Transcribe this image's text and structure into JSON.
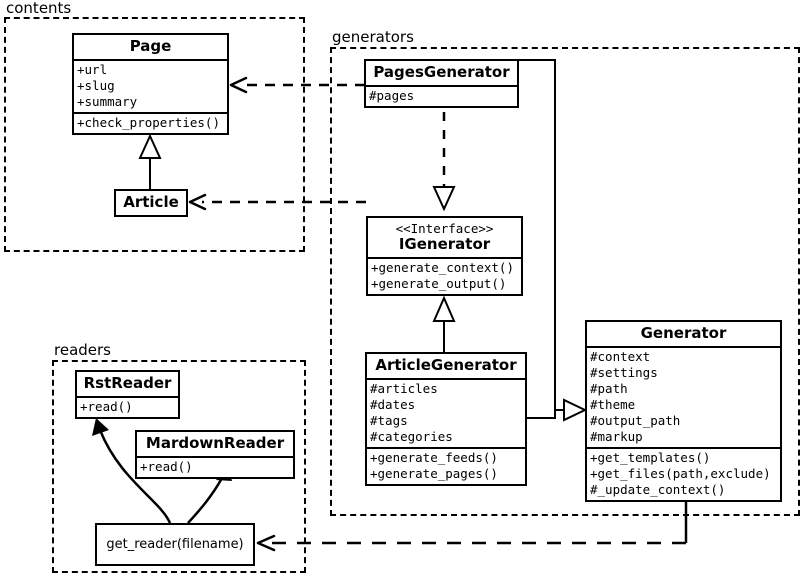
{
  "diagram": {
    "type": "uml-class-diagram",
    "packages": [
      {
        "name": "contents",
        "label": "contents"
      },
      {
        "name": "generators",
        "label": "generators"
      },
      {
        "name": "readers",
        "label": "readers"
      }
    ],
    "classes": [
      {
        "name": "page",
        "title": "Page",
        "stereotype": "",
        "attributes": [
          "+url",
          "+slug",
          "+summary"
        ],
        "methods": [
          "+check_properties()"
        ]
      },
      {
        "name": "article",
        "title": "Article",
        "stereotype": "",
        "attributes": [],
        "methods": []
      },
      {
        "name": "pages-generator",
        "title": "PagesGenerator",
        "stereotype": "",
        "attributes": [
          "#pages"
        ],
        "methods": []
      },
      {
        "name": "igenerator",
        "title": "IGenerator",
        "stereotype": "<<Interface>>",
        "attributes": [],
        "methods": [
          "+generate_context()",
          "+generate_output()"
        ]
      },
      {
        "name": "article-generator",
        "title": "ArticleGenerator",
        "stereotype": "",
        "attributes": [
          "#articles",
          "#dates",
          "#tags",
          "#categories"
        ],
        "methods": [
          "+generate_feeds()",
          "+generate_pages()"
        ]
      },
      {
        "name": "generator",
        "title": "Generator",
        "stereotype": "",
        "attributes": [
          "#context",
          "#settings",
          "#path",
          "#theme",
          "#output_path",
          "#markup"
        ],
        "methods": [
          "+get_templates()",
          "+get_files(path,exclude)",
          "#_update_context()"
        ]
      },
      {
        "name": "rst-reader",
        "title": "RstReader",
        "stereotype": "",
        "attributes": [],
        "methods": [
          "+read()"
        ]
      },
      {
        "name": "mardown-reader",
        "title": "MardownReader",
        "stereotype": "",
        "attributes": [],
        "methods": [
          "+read()"
        ]
      }
    ],
    "functions": [
      {
        "name": "get-reader",
        "label": "get_reader(filename)"
      }
    ],
    "relationships": [
      {
        "kind": "generalization",
        "from": "Article",
        "to": "Page"
      },
      {
        "kind": "realization",
        "from": "PagesGenerator",
        "to": "IGenerator"
      },
      {
        "kind": "realization",
        "from": "ArticleGenerator",
        "to": "IGenerator"
      },
      {
        "kind": "generalization",
        "from": "PagesGenerator",
        "to": "Generator"
      },
      {
        "kind": "generalization",
        "from": "ArticleGenerator",
        "to": "Generator"
      },
      {
        "kind": "dependency",
        "from": "PagesGenerator",
        "to": "Page"
      },
      {
        "kind": "dependency",
        "from": "ArticleGenerator",
        "to": "Article"
      },
      {
        "kind": "dependency",
        "from": "Generator",
        "to": "get_reader(filename)"
      },
      {
        "kind": "call",
        "from": "get_reader(filename)",
        "to": "RstReader"
      },
      {
        "kind": "call",
        "from": "get_reader(filename)",
        "to": "MardownReader"
      }
    ],
    "colors": {
      "line": "#000000",
      "background": "#ffffff",
      "text": "#000000"
    }
  }
}
